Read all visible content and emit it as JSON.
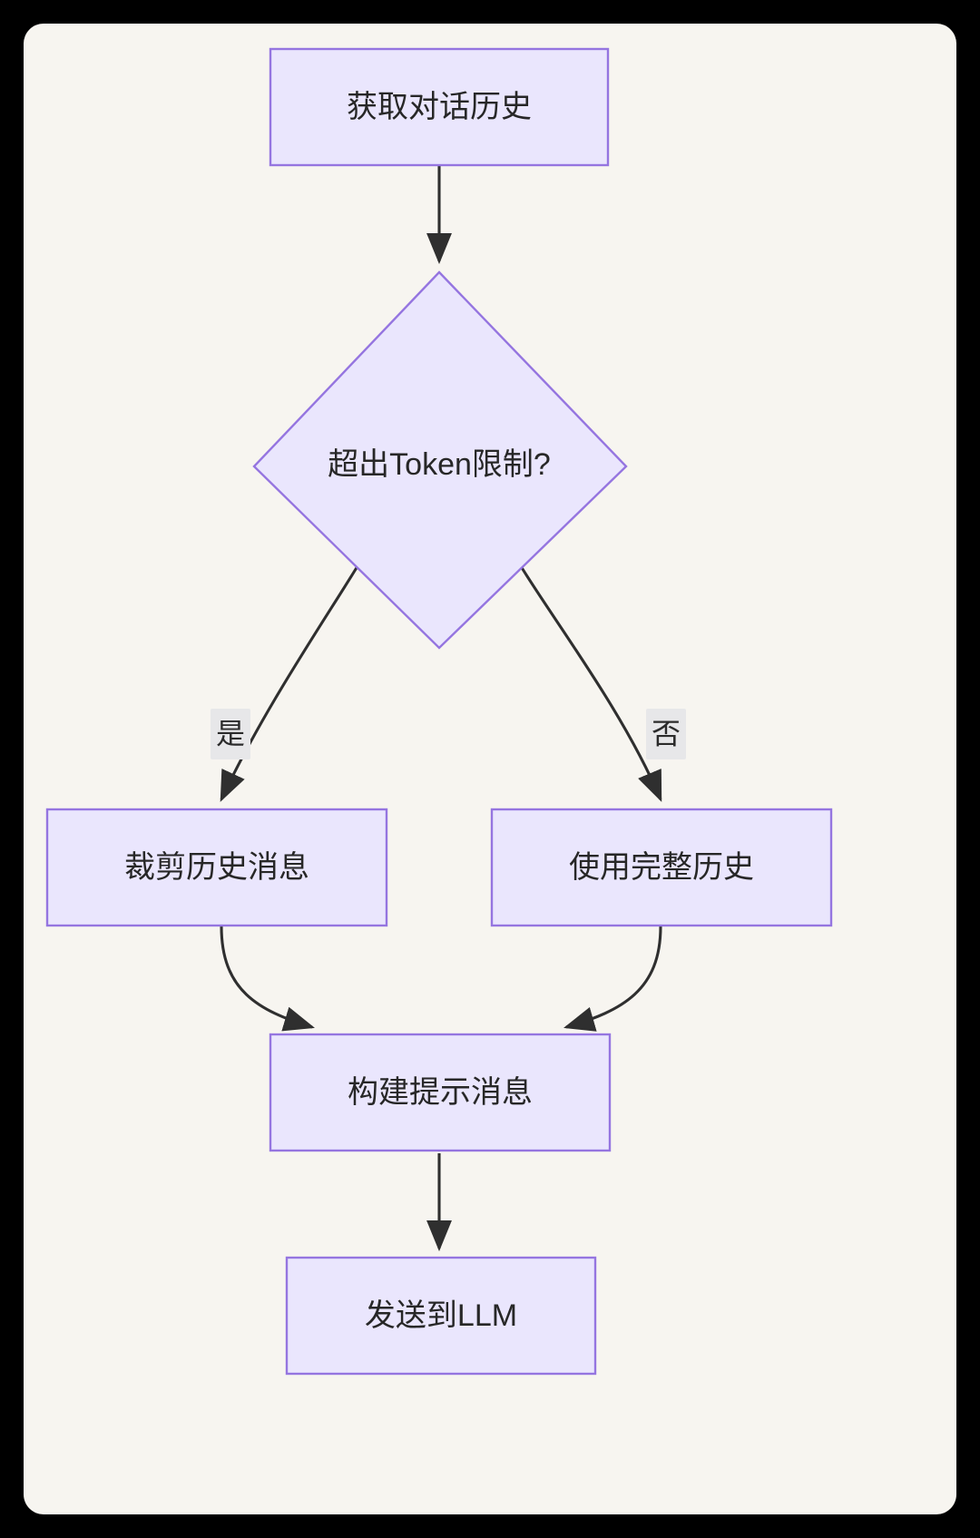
{
  "diagram": {
    "type": "flowchart",
    "direction": "top-down",
    "background_color": "#f7f5f0",
    "page_background_color": "#000000",
    "node_fill_color": "#eae6fd",
    "node_stroke_color": "#9575e0",
    "edge_color": "#2f2f2f",
    "edge_label_background": "#e7e7e9",
    "text_color": "#272727",
    "nodes": [
      {
        "id": "n1",
        "shape": "rectangle",
        "label": "获取对话历史"
      },
      {
        "id": "n2",
        "shape": "diamond",
        "label": "超出Token限制?"
      },
      {
        "id": "n3",
        "shape": "rectangle",
        "label": "裁剪历史消息"
      },
      {
        "id": "n4",
        "shape": "rectangle",
        "label": "使用完整历史"
      },
      {
        "id": "n5",
        "shape": "rectangle",
        "label": "构建提示消息"
      },
      {
        "id": "n6",
        "shape": "rectangle",
        "label": "发送到LLM"
      }
    ],
    "edges": [
      {
        "from": "n1",
        "to": "n2",
        "label": ""
      },
      {
        "from": "n2",
        "to": "n3",
        "label": "是"
      },
      {
        "from": "n2",
        "to": "n4",
        "label": "否"
      },
      {
        "from": "n3",
        "to": "n5",
        "label": ""
      },
      {
        "from": "n4",
        "to": "n5",
        "label": ""
      },
      {
        "from": "n5",
        "to": "n6",
        "label": ""
      }
    ]
  }
}
